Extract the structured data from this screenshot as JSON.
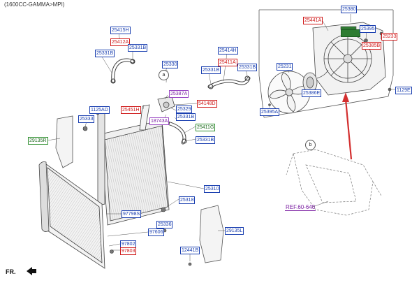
{
  "header": {
    "engine": "(1600CC-GAMMA>MPI)"
  },
  "footer": {
    "direction": "FR."
  },
  "callouts": {
    "a": "a",
    "b": "b"
  },
  "labels": {
    "p25380": "25380",
    "p25441A": "25441A",
    "p25395": "25395",
    "p25233": "25233",
    "p25385B": "25385B",
    "p25231": "25231",
    "p25386E": "25386E",
    "p25395A": "25395A",
    "p11298": "1129E",
    "p25415H": "25415H",
    "p25412A": "25412A",
    "p25331B_a": "25331B",
    "p25331B_b": "25331B",
    "p25330": "25330",
    "p25387A": "25387A",
    "p25451H": "25451H",
    "p25329": "25329",
    "p54148D": "54148D",
    "p18743A": "18743A",
    "p25331B_c": "25331B",
    "p25411G": "25411G",
    "p25331B_d": "25331B",
    "p25414H": "25414H",
    "p25411A": "25411A",
    "p25331B_e": "25331B",
    "p25331B_f": "25331B",
    "p1125AD": "1125AD",
    "p25333": "25333",
    "p29135R": "29135R",
    "p25310": "25310",
    "p25318": "25318",
    "p97798S": "97798S",
    "p25336": "25336",
    "p97606": "97606",
    "p97802": "97802",
    "p97803": "97803",
    "p29135L": "29135L",
    "p12441B": "12441B",
    "ref": "REF.60-640"
  },
  "colors": {
    "blue": "#1a3fb0",
    "red": "#d01b1b",
    "green": "#2f8f2f",
    "purple": "#7b1fa2",
    "arrow": "#d32f2f",
    "line": "#555555"
  }
}
